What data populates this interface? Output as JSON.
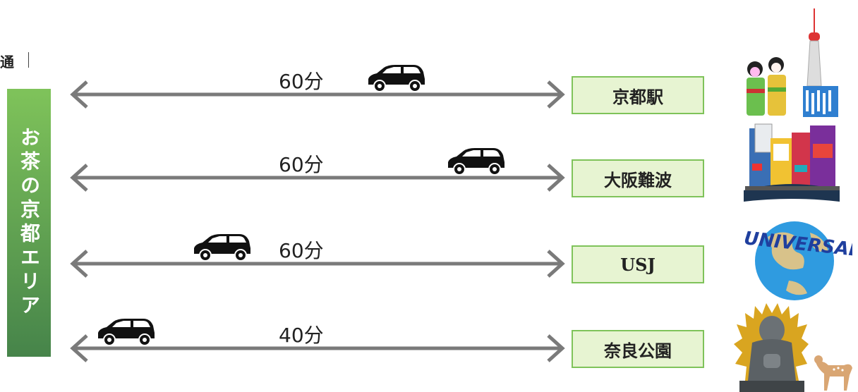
{
  "heading_fragment": "交通",
  "area_title": "お茶の京都エリア",
  "routes": [
    {
      "time": "60分",
      "destination": "京都駅"
    },
    {
      "time": "60分",
      "destination": "大阪難波"
    },
    {
      "time": "60分",
      "destination": "USJ"
    },
    {
      "time": "40分",
      "destination": "奈良公園"
    }
  ],
  "illustrations": {
    "usj_logo_text": "UNIVERSAL"
  },
  "colors": {
    "banner_top": "#7fc35a",
    "banner_bottom": "#46844a",
    "dest_fill": "#e7f4d2",
    "dest_border": "#7fc35a",
    "arrow": "#7a7a7a"
  },
  "icons": [
    "car-icon",
    "double-arrow-icon",
    "kyoto-icon",
    "osaka-icon",
    "universal-globe-icon",
    "nara-buddha-icon"
  ]
}
